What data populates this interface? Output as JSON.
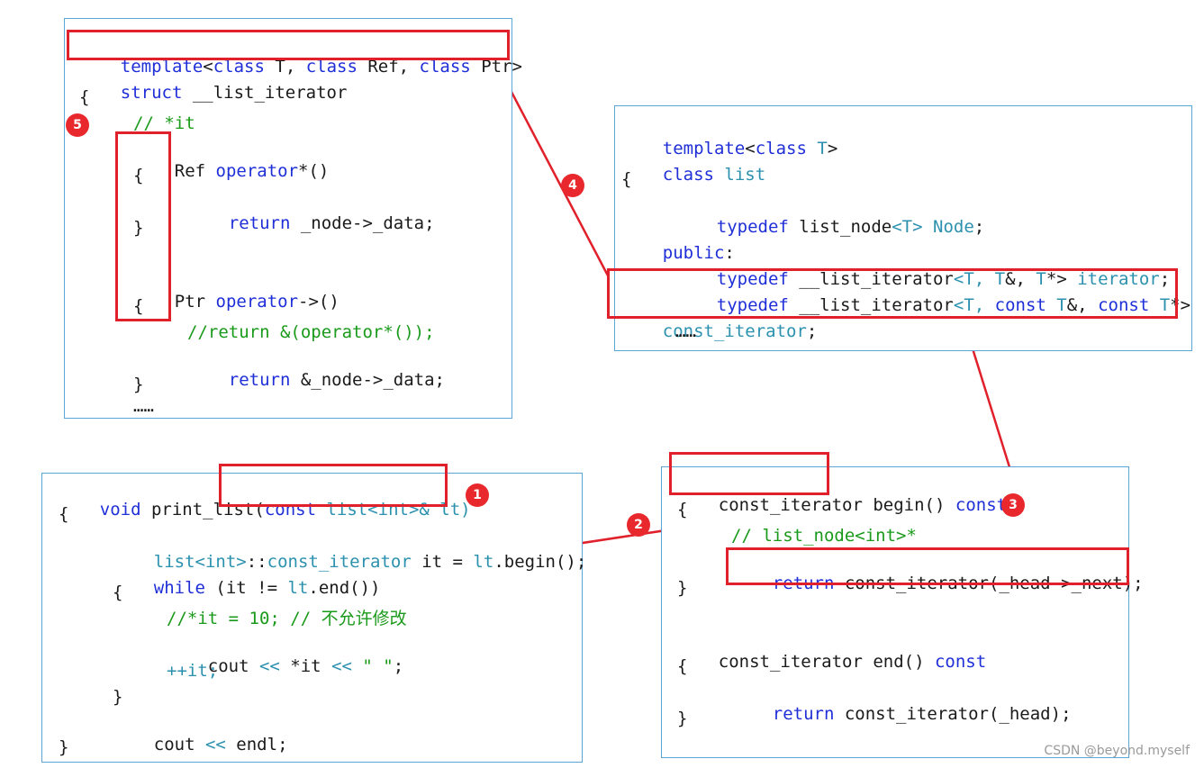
{
  "panel_iterator": {
    "line1": {
      "a": "template",
      "b": "<",
      "c": "class",
      "d": " T, ",
      "e": "class",
      "f": " Ref, ",
      "g": "class",
      "h": " Ptr",
      "i": ">"
    },
    "line2": {
      "a": "struct",
      "b": " __list_iterator"
    },
    "line3": "{",
    "line4": "// *it",
    "line5": {
      "a": "Ref",
      "b": " operator",
      "c": "*()"
    },
    "line6": "{",
    "line7": {
      "a": "return",
      "b": " _node->_data;"
    },
    "line8": "}",
    "line9": {
      "a": "Ptr",
      "b": " operator",
      "c": "->()"
    },
    "line10": "{",
    "line11": "//return &(operator*());",
    "line12": {
      "a": "return",
      "b": " &_node->_data;"
    },
    "line13": "}",
    "line14": "……"
  },
  "panel_list": {
    "line1": {
      "a": "template",
      "b": "<",
      "c": "class",
      "d": " T",
      "e": ">"
    },
    "line2": {
      "a": "class",
      "b": " list"
    },
    "line3": "{",
    "line4": {
      "a": "typedef",
      "b": " list_node",
      "c": "<T>",
      "d": " Node",
      "e": ";"
    },
    "line5": {
      "a": "public",
      "b": ":"
    },
    "line6": {
      "a": "typedef",
      "b": " __list_iterator",
      "c": "<T, ",
      "d": "T",
      "e": "&, ",
      "f": "T",
      "g": "*>",
      "h": " iterator",
      "i": ";"
    },
    "line7": {
      "a": "typedef",
      "b": " __list_iterator",
      "c": "<T, ",
      "d": "const",
      "e": " T",
      "f": "&, ",
      "g": "const",
      "h": " T",
      "i": "*>"
    },
    "line8": {
      "a": "const_iterator",
      "b": ";"
    },
    "line9": "……"
  },
  "panel_print": {
    "line1": {
      "a": "void",
      "b": " print_list(",
      "c": "const",
      "d": " list",
      "e": "<int>",
      "f": "& lt)"
    },
    "line2": "{",
    "line3": {
      "a": "list",
      "b": "<int>",
      "c": "::",
      "d": "const_iterator",
      "e": " it = ",
      "f": "lt",
      "g": ".begin();"
    },
    "line4": {
      "a": "while",
      "b": " (it != ",
      "c": "lt",
      "d": ".end())"
    },
    "line5": "{",
    "line6": "//*it = 10; // 不允许修改",
    "line7": {
      "a": "cout",
      "b": " << ",
      "c": "*it",
      "d": " << ",
      "e": "\" \"",
      "f": ";"
    },
    "line8": "++it;",
    "line9": "}",
    "line10": {
      "a": "cout",
      "b": " << ",
      "c": "endl",
      "d": ";"
    },
    "line11": "}"
  },
  "panel_begin": {
    "line1": {
      "a": "const_iterator",
      "b": " begin() ",
      "c": "const"
    },
    "line2": "{",
    "line3": "// list_node<int>*",
    "line4": {
      "a": "return",
      "b": " const_iterator(_head->_next);"
    },
    "line5": "}",
    "line6": {
      "a": "const_iterator end() ",
      "b": "const"
    },
    "line7": "{",
    "line8": {
      "a": "return",
      "b": " const_iterator(_head);"
    },
    "line9": "}"
  },
  "badges": [
    "1",
    "2",
    "3",
    "4",
    "5"
  ],
  "watermark": "CSDN @beyond.myself",
  "colors": {
    "highlight": "#e0202a",
    "keyword": "#1f2fd8",
    "type": "#2b91af",
    "comment": "#1a9a1a",
    "border": "#5aa6d6"
  }
}
